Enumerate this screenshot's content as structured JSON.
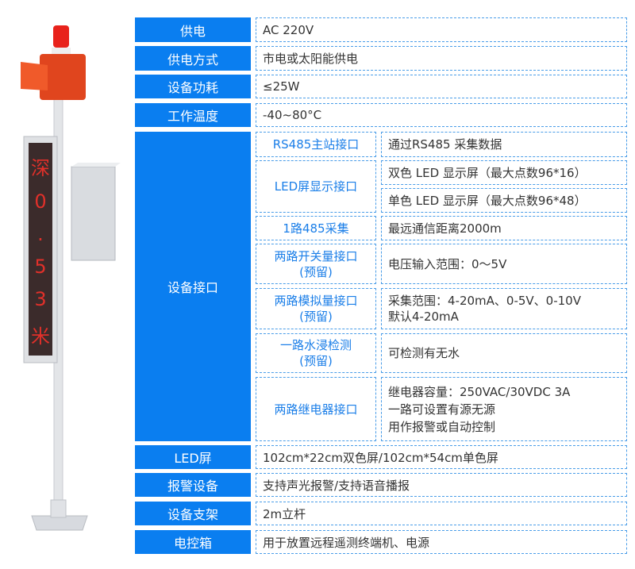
{
  "rows": [
    {
      "label": "供电",
      "value": "AC 220V"
    },
    {
      "label": "供电方式",
      "value": "市电或太阳能供电"
    },
    {
      "label": "设备功耗",
      "value": "≤25W"
    },
    {
      "label": "工作温度",
      "value": "-40~80°C"
    }
  ],
  "interface": {
    "label": "设备接口",
    "items": [
      {
        "name": "RS485主站接口",
        "values": [
          "通过RS485 采集数据"
        ]
      },
      {
        "name": "LED屏显示接口",
        "values": [
          "双色 LED 显示屏（最大点数96*16）",
          "单色 LED 显示屏（最大点数96*48）"
        ]
      },
      {
        "name": "1路485采集",
        "values": [
          "最远通信距离2000m"
        ]
      },
      {
        "name": "两路开关量接口",
        "note": "(预留)",
        "values": [
          "电压输入范围：0～5V"
        ]
      },
      {
        "name": "两路模拟量接口",
        "note": "(预留)",
        "values": [
          "采集范围：4-20mA、0-5V、0-10V",
          "默认4-20mA"
        ]
      },
      {
        "name": "一路水浸检测",
        "note": "(预留)",
        "values": [
          "可检测有无水"
        ]
      },
      {
        "name": "两路继电器接口",
        "values": [
          "继电器容量：250VAC/30VDC 3A",
          "一路可设置有源无源",
          "用作报警或自动控制"
        ]
      }
    ]
  },
  "rows2": [
    {
      "label": "LED屏",
      "value": "102cm*22cm双色屏/102cm*54cm单色屏"
    },
    {
      "label": "报警设备",
      "value": "支持声光报警/支持语音播报"
    },
    {
      "label": "设备支架",
      "value": "2m立杆"
    },
    {
      "label": "电控箱",
      "value": "用于放置远程遥测终端机、电源"
    }
  ],
  "led_display": [
    "深",
    "0",
    ".",
    "5",
    "3",
    "米"
  ]
}
